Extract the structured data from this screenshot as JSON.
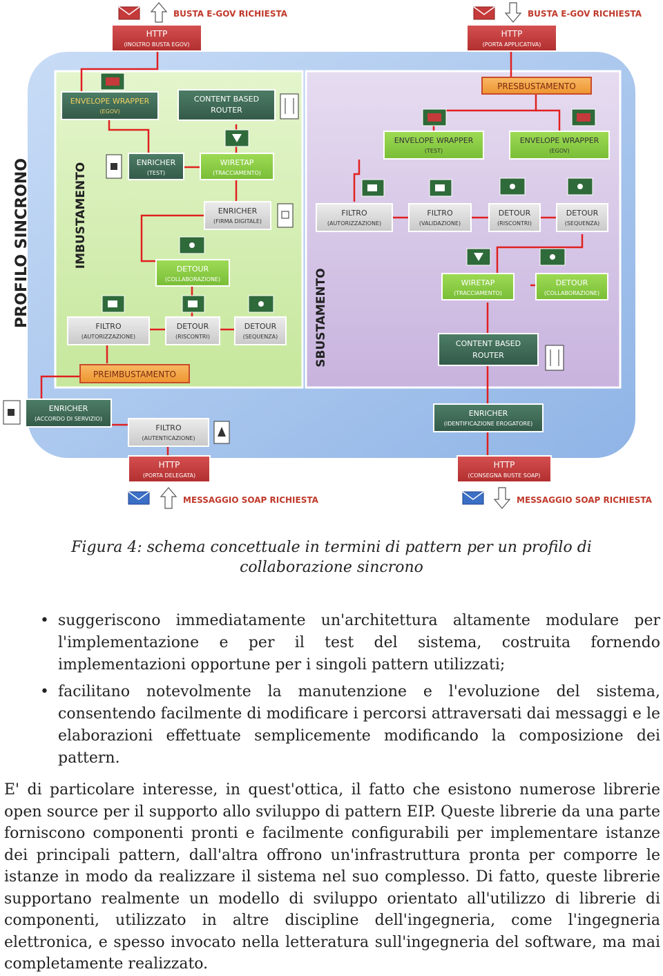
{
  "diagram": {
    "labels": {
      "profilo": "PROFILO SINCRONO",
      "imbustamento": "IMBUSTAMENTO",
      "sbustamento": "SBUSTAMENTO",
      "busta_left": "BUSTA E-GOV RICHIESTA",
      "busta_right": "BUSTA E-GOV RICHIESTA",
      "msg_left": "MESSAGGIO SOAP RICHIESTA",
      "msg_right": "MESSAGGIO SOAP RICHIESTA"
    },
    "boxes": {
      "http_top_left": {
        "title": "HTTP",
        "sub": "(INOLTRO BUSTA EGOV)"
      },
      "http_top_right": {
        "title": "HTTP",
        "sub": "(PORTA APPLICATIVA)"
      },
      "env_egov_left": {
        "title": "ENVELOPE WRAPPER",
        "sub": "(EGOV)"
      },
      "cbr_left": {
        "title": "CONTENT BASED",
        "sub": "ROUTER"
      },
      "enricher_test": {
        "title": "ENRICHER",
        "sub": "(TEST)"
      },
      "wiretap_left": {
        "title": "WIRETAP",
        "sub": "(TRACCIAMENTO)"
      },
      "enricher_firma": {
        "title": "ENRICHER",
        "sub": "(FIRMA DIGITALE)"
      },
      "detour_collab_left": {
        "title": "DETOUR",
        "sub": "(COLLABORAZIONE)"
      },
      "filtro_autor_left": {
        "title": "FILTRO",
        "sub": "(AUTORIZZAZIONE)"
      },
      "detour_risc_left": {
        "title": "DETOUR",
        "sub": "(RISCONTRI)"
      },
      "detour_seq_left": {
        "title": "DETOUR",
        "sub": "(SEQUENZA)"
      },
      "preimbustamento": {
        "title": "PREIMBUSTAMENTO"
      },
      "enricher_accordo": {
        "title": "ENRICHER",
        "sub": "(ACCORDO DI SERVIZIO)"
      },
      "filtro_autent": {
        "title": "FILTRO",
        "sub": "(AUTENTICAZIONE)"
      },
      "http_bottom_left": {
        "title": "HTTP",
        "sub": "(PORTA DELEGATA)"
      },
      "presbustamento": {
        "title": "PRESBUSTAMENTO"
      },
      "env_test_right": {
        "title": "ENVELOPE WRAPPER",
        "sub": "(TEST)"
      },
      "env_egov_right": {
        "title": "ENVELOPE WRAPPER",
        "sub": "(EGOV)"
      },
      "filtro_autor_right": {
        "title": "FILTRO",
        "sub": "(AUTORIZZAZIONE)"
      },
      "filtro_valid": {
        "title": "FILTRO",
        "sub": "(VALIDAZIONE)"
      },
      "detour_risc_right": {
        "title": "DETOUR",
        "sub": "(RISCONTRI)"
      },
      "detour_seq_right": {
        "title": "DETOUR",
        "sub": "(SEQUENZA)"
      },
      "wiretap_right": {
        "title": "WIRETAP",
        "sub": "(TRACCIAMENTO)"
      },
      "detour_collab_right": {
        "title": "DETOUR",
        "sub": "(COLLABORAZIONE)"
      },
      "cbr_right": {
        "title": "CONTENT BASED",
        "sub": "ROUTER"
      },
      "enricher_ident": {
        "title": "ENRICHER",
        "sub": "(IDENTIFICAZIONE EROGATORE)"
      },
      "http_bottom_right": {
        "title": "HTTP",
        "sub": "(CONSEGNA BUSTE SOAP)"
      }
    },
    "colors": {
      "red": "#c53a3a",
      "dark_green": "#3f6b57",
      "light_green": "#8ccf45",
      "gray": "#d9d9d9",
      "orange": "#f4a74a",
      "outer_blue": "#a7c6ee",
      "left_zone": "#d6efb5",
      "right_zone": "#d7c8e6",
      "connector": "#e02020",
      "label_red": "#c0392b"
    }
  },
  "caption": {
    "line1": "Figura 4: schema concettuale in termini di pattern per un profilo di",
    "line2": "collaborazione sincrono"
  },
  "bullets": [
    "suggeriscono immediatamente un'architettura altamente modulare per l'implementazione e per il test del sistema, costruita fornendo implementazioni opportune per i singoli pattern utilizzati;",
    "facilitano notevolmente la manutenzione e l'evoluzione del sistema, consentendo facilmente di modificare i percorsi attraversati dai messaggi e le elaborazioni effettuate semplicemente modificando la composizione dei pattern."
  ],
  "paragraph": "E' di particolare interesse, in quest'ottica, il fatto che esistono numerose librerie open source per il supporto allo sviluppo di pattern EIP. Queste librerie da una parte forniscono componenti pronti e facilmente configurabili per implementare istanze dei principali pattern, dall'altra offrono un'infrastruttura pronta per comporre le istanze in modo da realizzare il sistema nel suo complesso. Di fatto,  queste librerie supportano realmente un modello di sviluppo orientato all'utilizzo di librerie di componenti, utilizzato in altre discipline dell'ingegneria, come l'ingegneria elettronica, e spesso invocato nella letteratura sull'ingegneria del software, ma mai completamente realizzato."
}
